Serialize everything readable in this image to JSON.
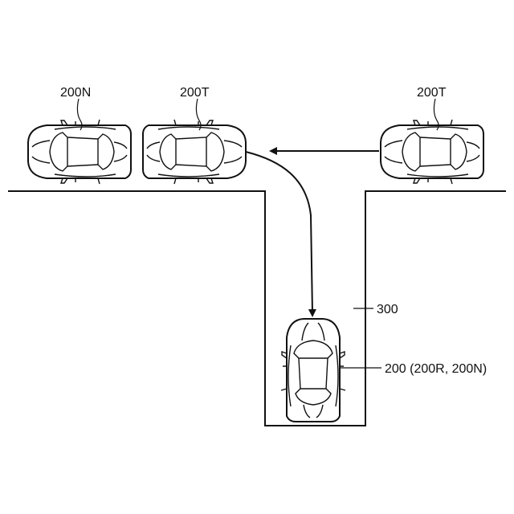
{
  "labels": {
    "car_left": "200N",
    "car_middle": "200T",
    "car_right": "200T",
    "road": "300",
    "car_bottom": "200 (200R, 200N)"
  }
}
